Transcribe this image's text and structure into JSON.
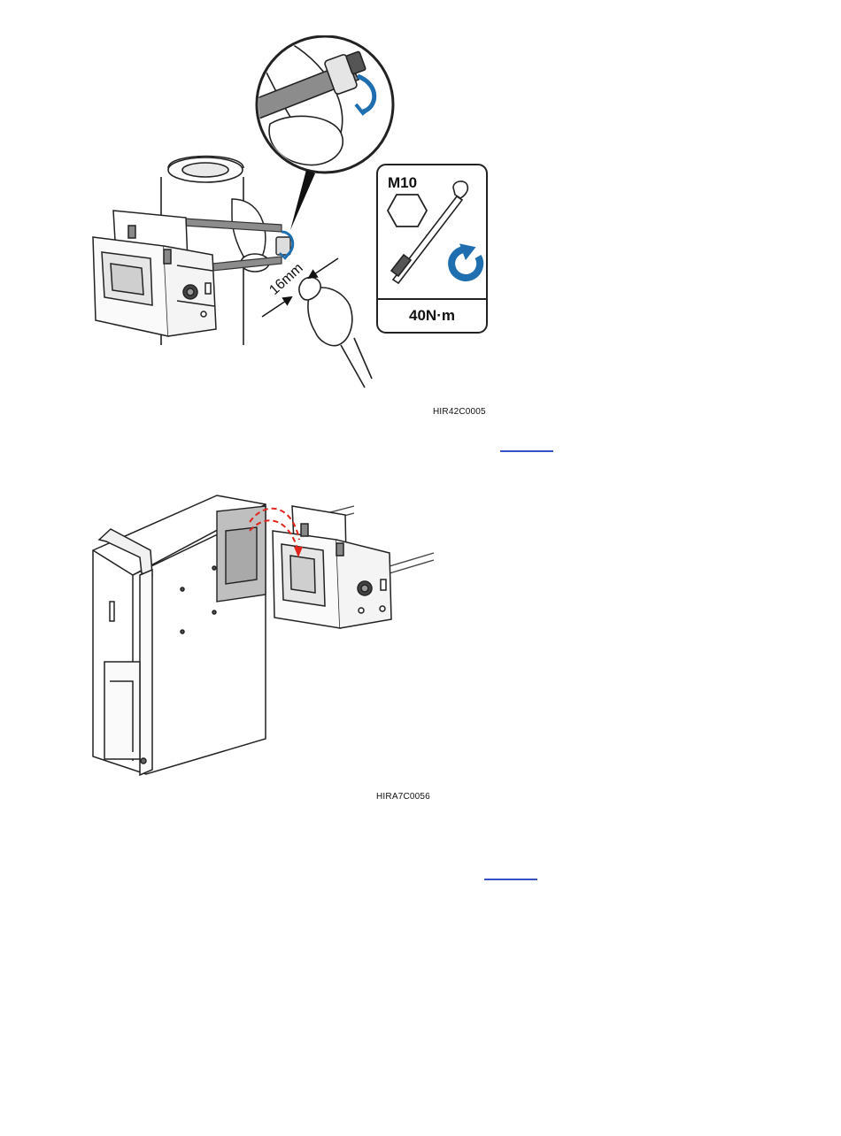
{
  "figure1": {
    "callout": {
      "bolt_size": "M10",
      "torque": "40N·m"
    },
    "wrench_size": "16mm",
    "code": "HIR42C0005"
  },
  "figure2": {
    "code": "HIRA7C0056"
  },
  "colors": {
    "rotation_arrow": "#1f6fb0",
    "align_arrow": "#e0241b",
    "link_underline": "#3a52c8",
    "line_art": "#222222"
  }
}
